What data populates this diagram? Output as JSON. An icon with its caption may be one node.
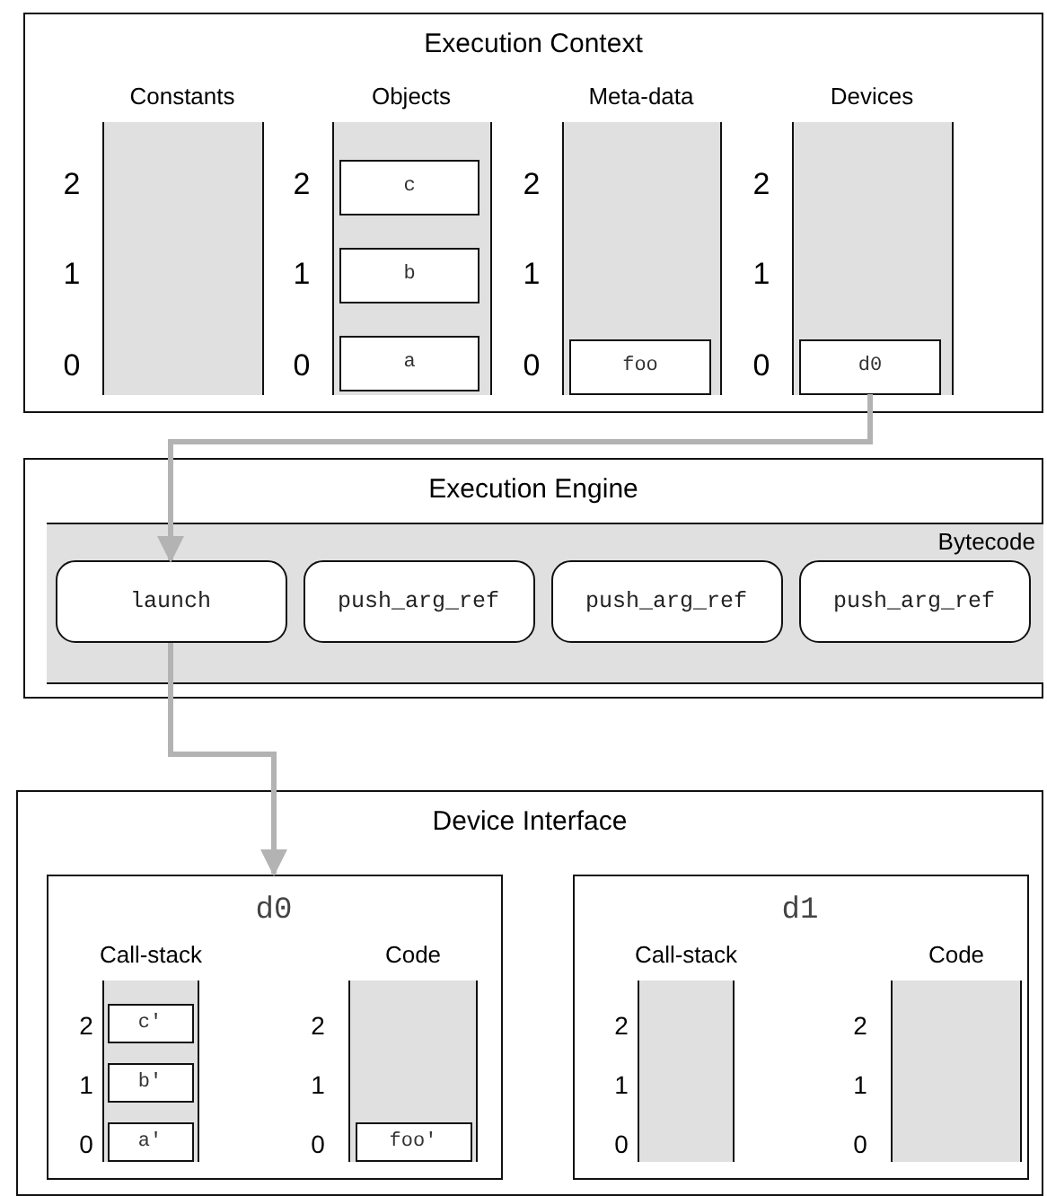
{
  "diagram": {
    "nodes": [
      {
        "text": [
          "Execution Context"
        ]
      },
      {
        "text": [
          "Constants"
        ],
        "in": 0
      },
      {
        "text": [
          "Objects"
        ],
        "in": 0
      },
      {
        "text": [
          "c"
        ],
        "in": 2
      },
      {
        "text": [
          "b"
        ],
        "in": 2
      },
      {
        "text": [
          "a"
        ],
        "in": 2
      },
      {
        "text": [
          "Meta-data"
        ],
        "in": 0
      },
      {
        "text": [
          "foo"
        ],
        "in": 6
      },
      {
        "text": [
          "Devices"
        ],
        "in": 0
      },
      {
        "text": [
          "d0"
        ],
        "in": 8
      },
      {
        "text": [
          "Execution Engine"
        ]
      },
      {
        "text": [
          "Bytecode"
        ],
        "in": 10
      },
      {
        "text": [
          "launch"
        ],
        "in": 11
      },
      {
        "text": [
          "push_arg_ref"
        ],
        "in": 11
      },
      {
        "text": [
          "push_arg_ref"
        ],
        "in": 11
      },
      {
        "text": [
          "push_arg_ref"
        ],
        "in": 11
      },
      {
        "text": [
          "Device Interface"
        ]
      },
      {
        "text": [
          "d0"
        ],
        "in": 16
      },
      {
        "text": [
          "Call-stack"
        ],
        "in": 17
      },
      {
        "text": [
          "c′"
        ],
        "in": 18
      },
      {
        "text": [
          "b′"
        ],
        "in": 18
      },
      {
        "text": [
          "a′"
        ],
        "in": 18
      },
      {
        "text": [
          "Code"
        ],
        "in": 17
      },
      {
        "text": [
          "foo′"
        ],
        "in": 22
      },
      {
        "text": [
          "d1"
        ],
        "in": 16
      },
      {
        "text": [
          "Call-stack"
        ],
        "in": 24
      },
      {
        "text": [
          "Code"
        ],
        "in": 24
      }
    ],
    "edges": [
      {
        "from": 9,
        "to": 12,
        "arrow": "to"
      },
      {
        "from": 12,
        "to": 17,
        "arrow": "to"
      }
    ],
    "labels": [
      "2",
      "2",
      "2",
      "2",
      "1",
      "1",
      "1",
      "1",
      "0",
      "0",
      "0",
      "0",
      "2",
      "2",
      "2",
      "2",
      "1",
      "1",
      "1",
      "1",
      "0",
      "0",
      "0",
      "0"
    ]
  }
}
